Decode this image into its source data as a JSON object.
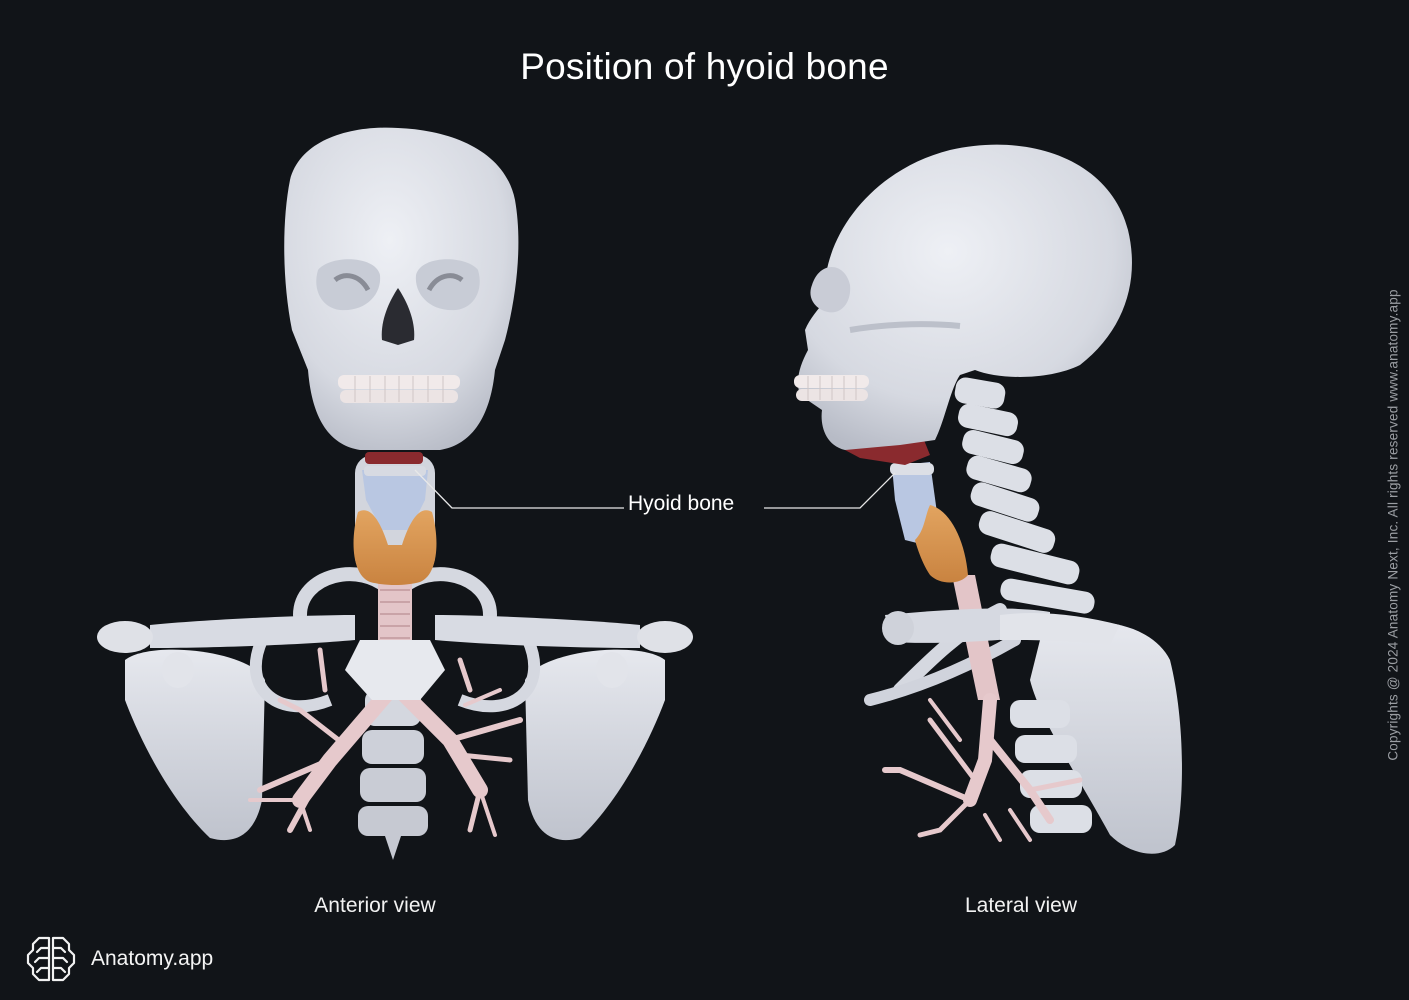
{
  "header": {
    "title": "Position of hyoid bone"
  },
  "figure": {
    "structure_label": "Hyoid bone",
    "views": [
      {
        "id": "anterior",
        "caption": "Anterior view"
      },
      {
        "id": "lateral",
        "caption": "Lateral view"
      }
    ],
    "colors": {
      "background": "#111418",
      "bone": "#dcdfe6",
      "bone_shadow": "#b9bdc8",
      "hyoid_larynx": "#b8c6e0",
      "thyroid_gland": "#d9954e",
      "trachea_bronchi": "#e6c9cc",
      "muscle": "#8a2a2e",
      "leader_line": "#e8e8e8"
    }
  },
  "footer": {
    "brand_name": "Anatomy.app",
    "brand_icon": "brain-icon"
  },
  "copyright": "Copyrights @ 2024 Anatomy Next, Inc. All rights reserved www.anatomy.app"
}
